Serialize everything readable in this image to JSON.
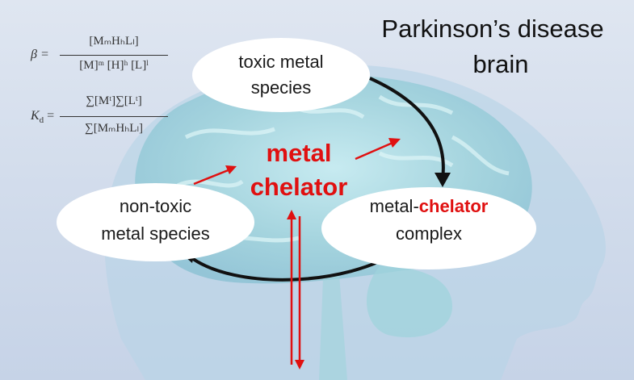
{
  "title": {
    "line1": "Parkinson’s disease",
    "line2": "brain"
  },
  "nodes": {
    "toxic": {
      "line1": "toxic metal",
      "line2": "species"
    },
    "non_toxic": {
      "line1": "non-toxic",
      "line2": "metal species"
    },
    "complex": {
      "line1_prefix": "metal-",
      "line1_highlight": "chelator",
      "line2": "complex"
    }
  },
  "center": {
    "line1": "metal",
    "line2": "chelator"
  },
  "equations": {
    "beta": {
      "lhs": "β =",
      "numerator": "[MₘHₕLₗ]",
      "denominator": "[M]ᵐ [H]ʰ [L]ˡ"
    },
    "kd": {
      "lhs": "K_d =",
      "lhs_main": "K",
      "lhs_sub": "d",
      "tail": " =",
      "numerator": "∑[Mᵗ]∑[Lᵗ]",
      "denominator": "∑[MₘHₕLₗ]"
    }
  },
  "colors": {
    "accent": "#e01010",
    "arrow": "#111111",
    "background": "#d3ddec",
    "brain": "#9fd3dc"
  }
}
